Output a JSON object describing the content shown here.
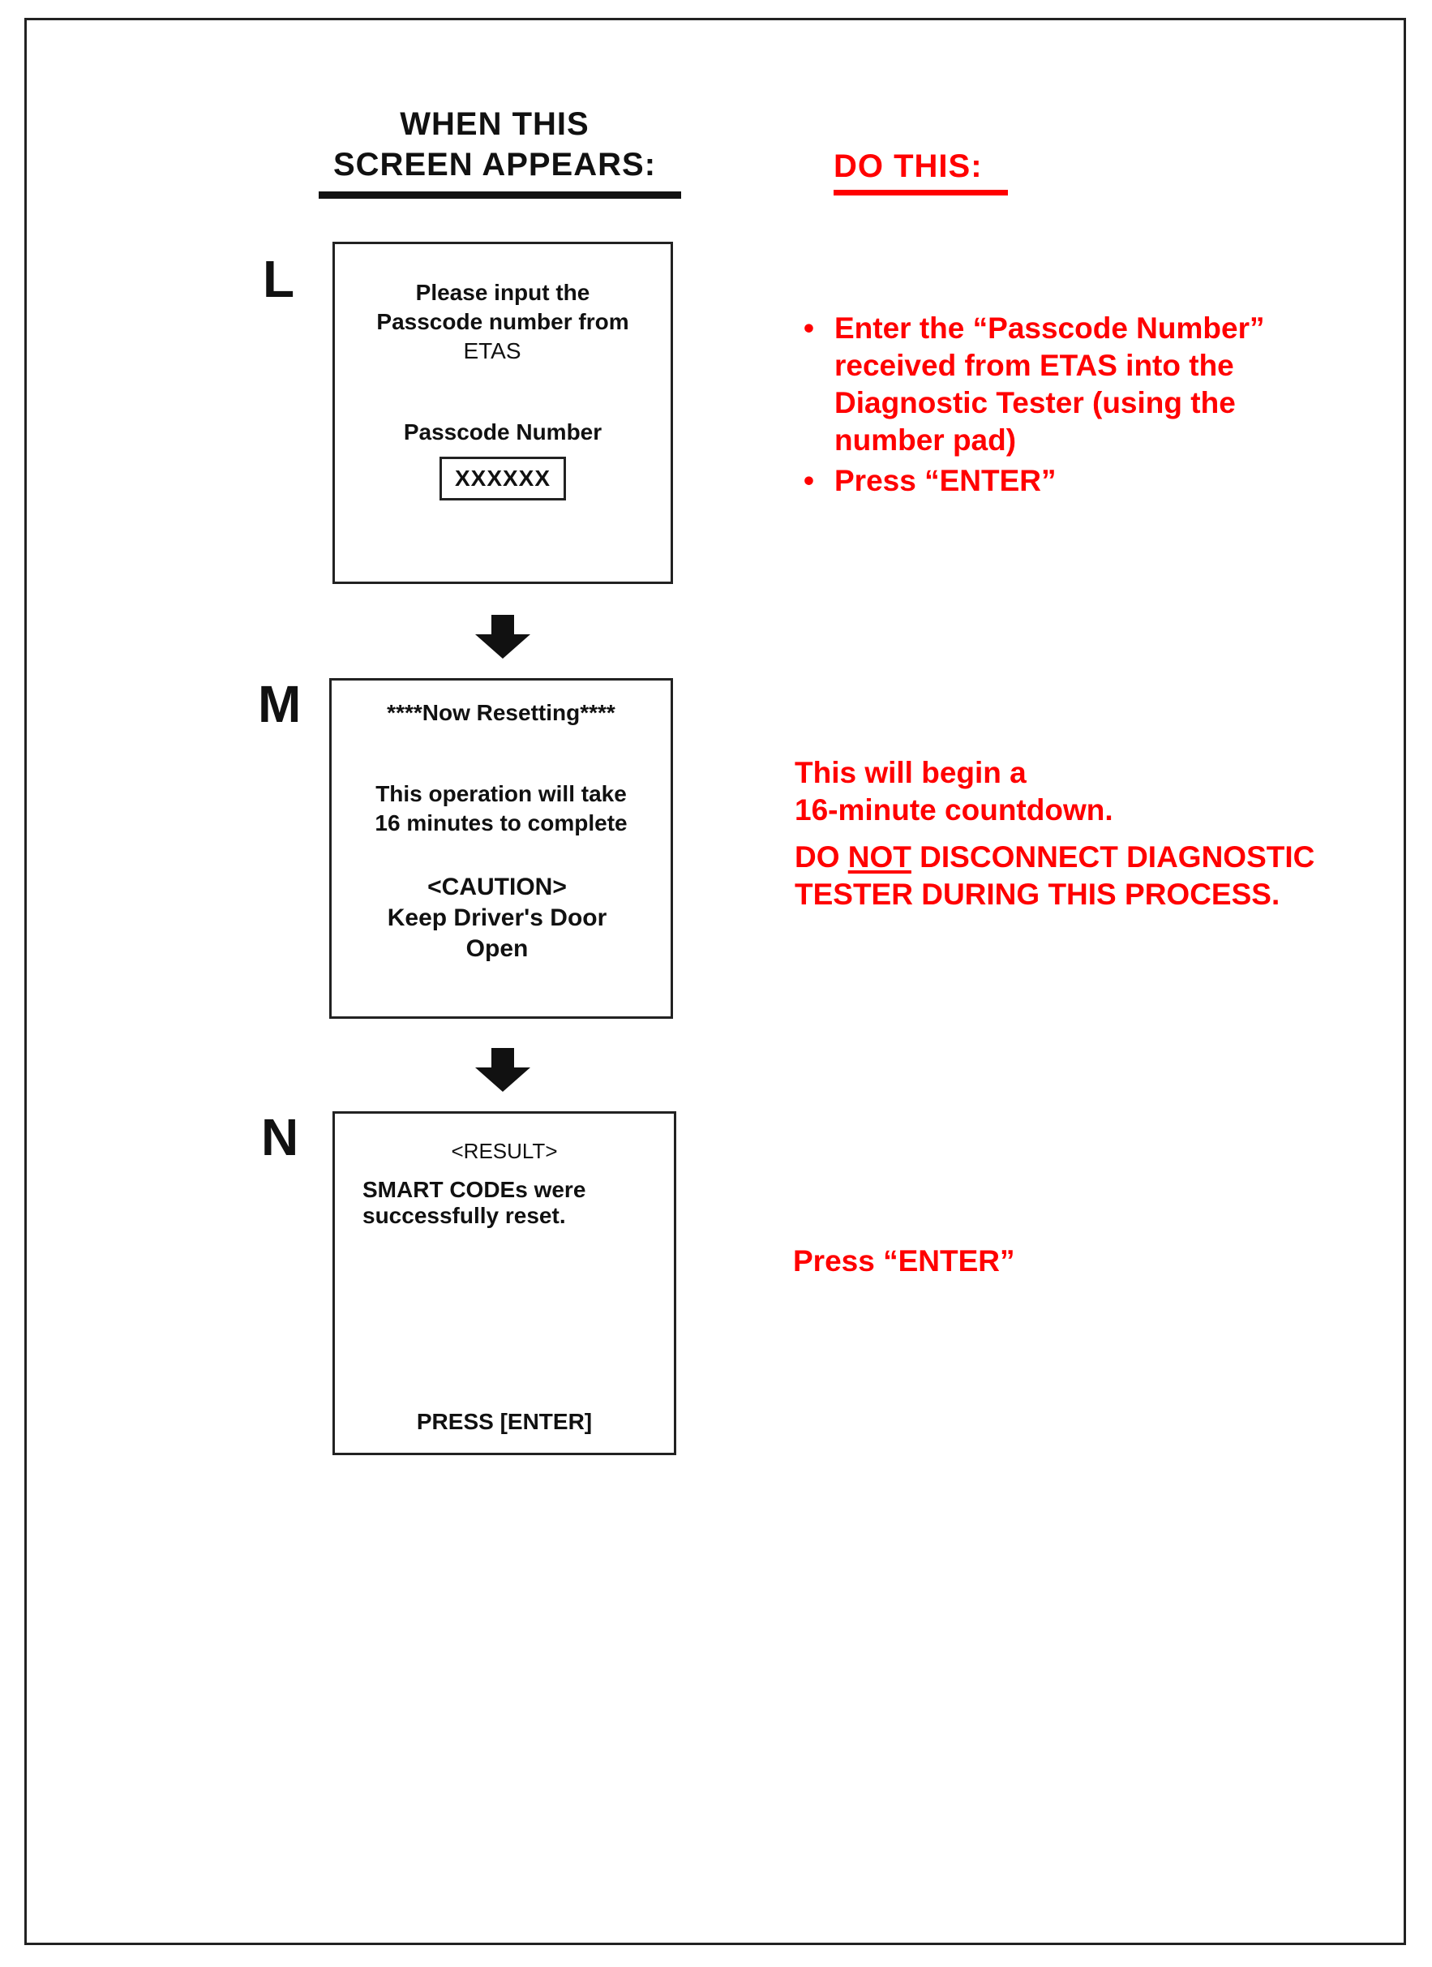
{
  "header": {
    "left_line1": "WHEN THIS",
    "left_line2": "SCREEN APPEARS:",
    "right": "DO THIS:"
  },
  "steps": [
    {
      "letter": "L",
      "screen": {
        "line1": "Please input the",
        "line2": "Passcode number from",
        "line3": "ETAS",
        "label": "Passcode Number",
        "value": "XXXXXX"
      },
      "instructions": {
        "bullet": "•",
        "item1_lines": [
          "Enter the “Passcode Number”",
          "received from  ETAS into the",
          "Diagnostic Tester (using the",
          "number pad)"
        ],
        "item2": "Press “ENTER”"
      }
    },
    {
      "letter": "M",
      "screen": {
        "line1": "****Now Resetting****",
        "line2": "This operation will take",
        "line3": "16 minutes to complete",
        "line4": "<CAUTION>",
        "line5": "Keep Driver's Door",
        "line6": "Open"
      },
      "instructions": {
        "line1": "This will begin a",
        "line2": "16-minute countdown.",
        "warn_pre": "DO ",
        "warn_under": "NOT",
        "warn_post": " DISCONNECT DIAGNOSTIC",
        "warn_line2": "TESTER DURING THIS PROCESS."
      }
    },
    {
      "letter": "N",
      "screen": {
        "line1": "<RESULT>",
        "line2": "SMART CODEs were",
        "line3": "successfully reset.",
        "footer": "PRESS [ENTER]"
      },
      "instructions": {
        "line1": "Press “ENTER”"
      }
    }
  ]
}
